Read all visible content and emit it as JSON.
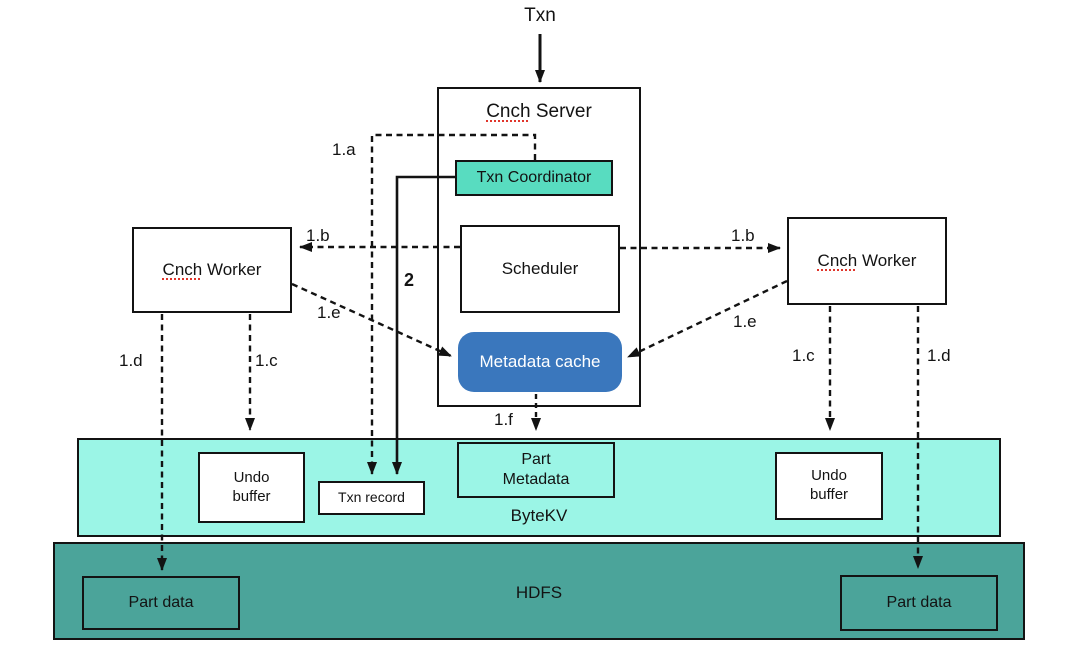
{
  "colors": {
    "coordinator_fill": "#58dcc0",
    "metadata_cache_fill": "#3a77bd",
    "bytekv_fill": "#9bf5e6",
    "hdfs_fill": "#4ba49a",
    "line": "#131313",
    "misspell_underline": "#e0352b"
  },
  "top": {
    "txn": "Txn"
  },
  "server": {
    "title_word": "Cnch",
    "title_rest": "Server",
    "coordinator": "Txn Coordinator",
    "scheduler": "Scheduler",
    "metadata_cache": "Metadata cache"
  },
  "worker": {
    "title_word": "Cnch",
    "title_rest": "Worker"
  },
  "bytekv": {
    "label": "ByteKV",
    "undo_line1": "Undo",
    "undo_line2": "buffer",
    "txn_record": "Txn record",
    "part_meta_line1": "Part",
    "part_meta_line2": "Metadata"
  },
  "hdfs": {
    "label": "HDFS",
    "part_data": "Part data"
  },
  "edges": {
    "a": "1.a",
    "b": "1.b",
    "c": "1.c",
    "d": "1.d",
    "e": "1.e",
    "f": "1.f",
    "two": "2"
  }
}
